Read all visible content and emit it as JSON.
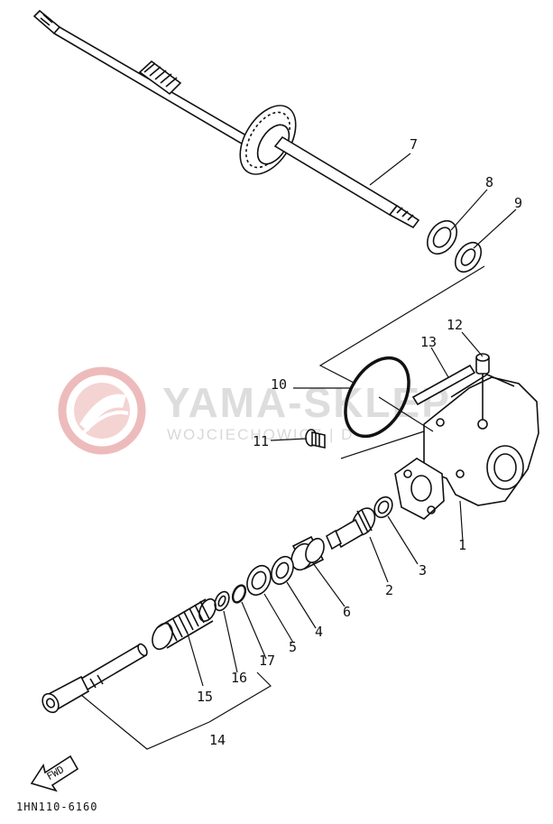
{
  "watermark": {
    "title": "YAMA-SKLEP",
    "subtitle": "WOJCIECHOWICZ | D",
    "logo_color": "#e8a0a0"
  },
  "parts": {
    "p1": "1",
    "p2": "2",
    "p3": "3",
    "p4": "4",
    "p5": "5",
    "p6": "6",
    "p7": "7",
    "p8": "8",
    "p9": "9",
    "p10": "10",
    "p11": "11",
    "p12": "12",
    "p13": "13",
    "p14": "14",
    "p15": "15",
    "p16": "16",
    "p17": "17"
  },
  "fwd_label": "FWD",
  "diagram_code": "1HN110-6160"
}
